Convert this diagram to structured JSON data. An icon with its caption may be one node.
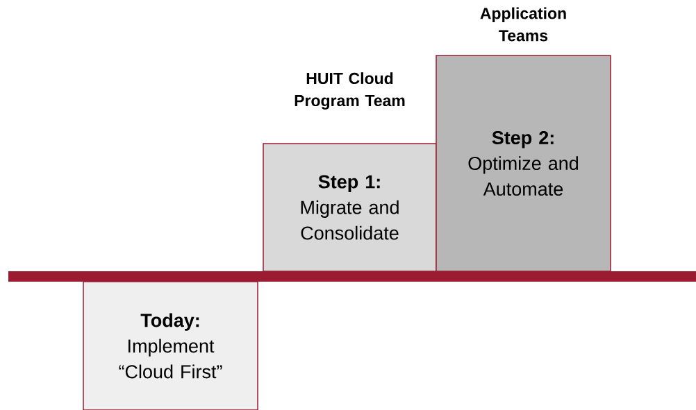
{
  "diagram": {
    "nodes": [
      {
        "text": [
          "Today:",
          "Implement “Cloud First”"
        ]
      },
      {
        "text": [
          "Step 1:",
          "Migrate and Consolidate"
        ],
        "beside": [
          "HUIT Cloud Program Team"
        ]
      },
      {
        "text": [
          "Step 2:",
          "Optimize and Automate"
        ],
        "beside": [
          "Application Teams"
        ]
      },
      {
        "text": [],
        "shape": "bar"
      }
    ],
    "edges": []
  }
}
